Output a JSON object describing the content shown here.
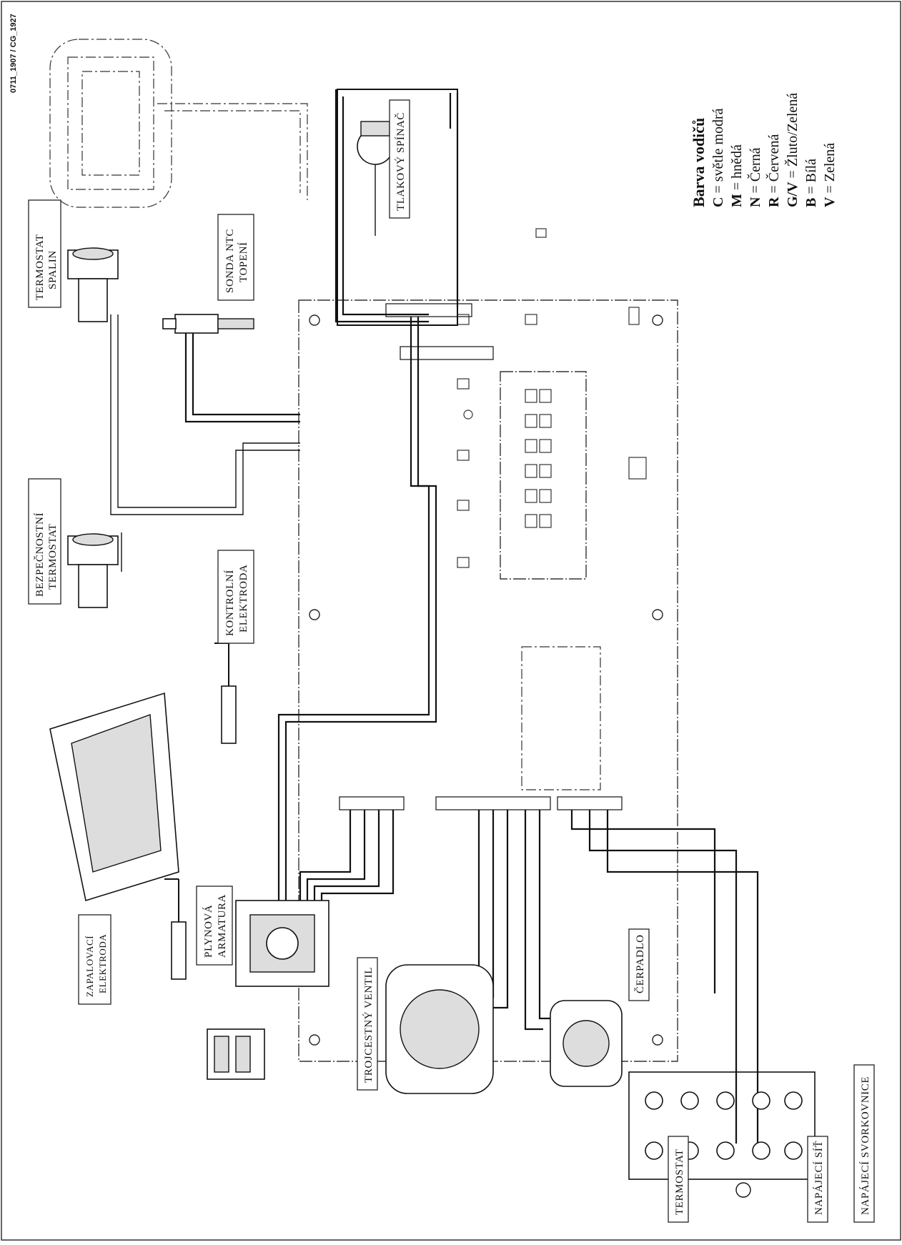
{
  "figure_code": "0711_1907 / CG_1927",
  "labels": {
    "termostat_spalin_1": "TERMOSTAT",
    "termostat_spalin_2": "SPALIN",
    "bezpecnostni_1": "BEZPEČNOSTNÍ",
    "bezpecnostni_2": "TERMOSTAT",
    "sonda_1": "SONDA NTC",
    "sonda_2": "TOPENÍ",
    "tlakovy": "TLAKOVÝ SPÍNAČ",
    "kontrolni_1": "KONTROLNÍ",
    "kontrolni_2": "ELEKTRODA",
    "zapalovaci_1": "ZAPALOVACÍ",
    "zapalovaci_2": "ELEKTRODA",
    "plynova_1": "PLYNOVÁ",
    "plynova_2": "ARMATURA",
    "trojcestny": "TROJCESTNÝ VENTIL",
    "cerpadlo": "ČERPADLO",
    "termostat": "TERMOSTAT",
    "napajeci_sit": "NAPÁJECÍ SÍŤ",
    "napajeci_svorkovnice": "NAPÁJECÍ SVORKOVNICE"
  },
  "legend": {
    "title": "Barva vodičů",
    "items": [
      {
        "code": "C",
        "sep": " = ",
        "text": "světle modrá"
      },
      {
        "code": "M",
        "sep": " = ",
        "text": "hnědá"
      },
      {
        "code": "N",
        "sep": " = ",
        "text": "Černá"
      },
      {
        "code": "R",
        "sep": " = ",
        "text": "Červená"
      },
      {
        "code": "G/V",
        "sep": " = ",
        "text": "Žluto/Zelená"
      },
      {
        "code": "B",
        "sep": " = ",
        "text": "Bílá"
      },
      {
        "code": "V",
        "sep": " = ",
        "text": "Zelená"
      }
    ]
  }
}
